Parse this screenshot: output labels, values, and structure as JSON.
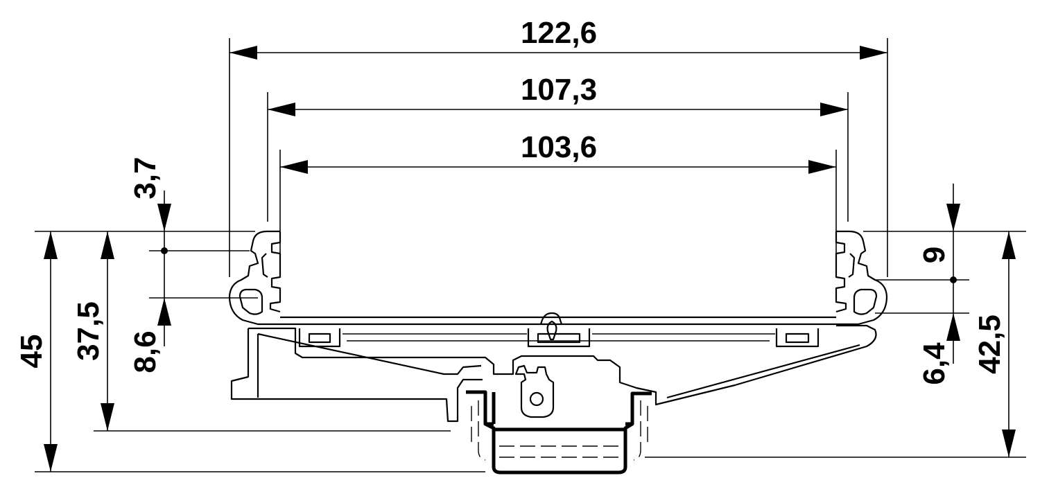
{
  "dimensions": {
    "overall_width": "122,6",
    "inner_width": "107,3",
    "opening_width": "103,6",
    "top_offset_left": "3,7",
    "groove_depth_left": "8,6",
    "total_height": "45",
    "rail_height": "37,5",
    "top_offset_right": "9",
    "groove_depth_right": "6,4",
    "height_right": "42,5"
  }
}
